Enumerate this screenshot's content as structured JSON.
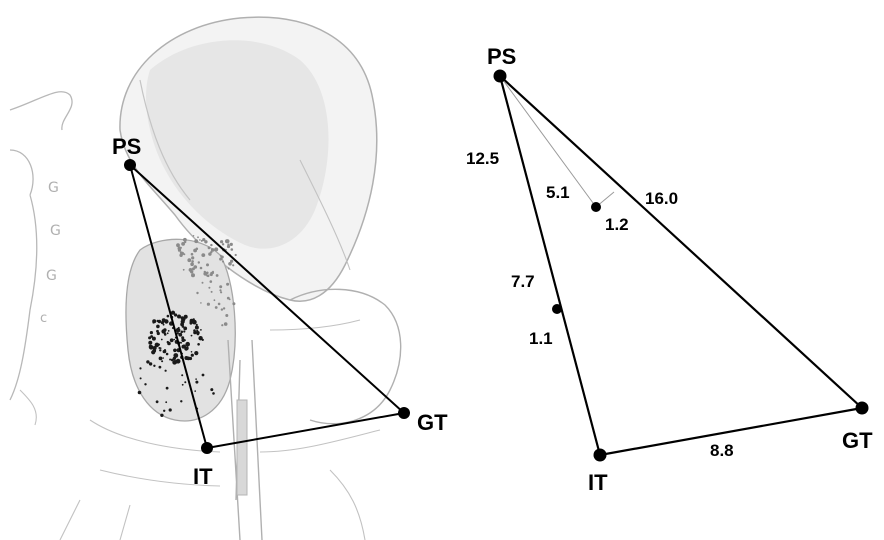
{
  "colors": {
    "line": "#000000",
    "anatomy": "#b0b0b0",
    "anatomy_fill": "#e4e4e4",
    "shade": "#cfcfcf",
    "dots_dark": "#1a1a1a",
    "dots_light": "#8a8a8a"
  },
  "left_panel": {
    "labels": {
      "ps": "PS",
      "gt": "GT",
      "it": "IT"
    }
  },
  "right_panel": {
    "labels": {
      "ps": "PS",
      "gt": "GT",
      "it": "IT"
    },
    "measurements": {
      "ps_it": "12.5",
      "ps_gt": "16.0",
      "it_gt": "8.8",
      "point_a_along": "5.1",
      "point_a_offset": "1.2",
      "point_b_along": "7.7",
      "point_b_offset": "1.1"
    }
  }
}
